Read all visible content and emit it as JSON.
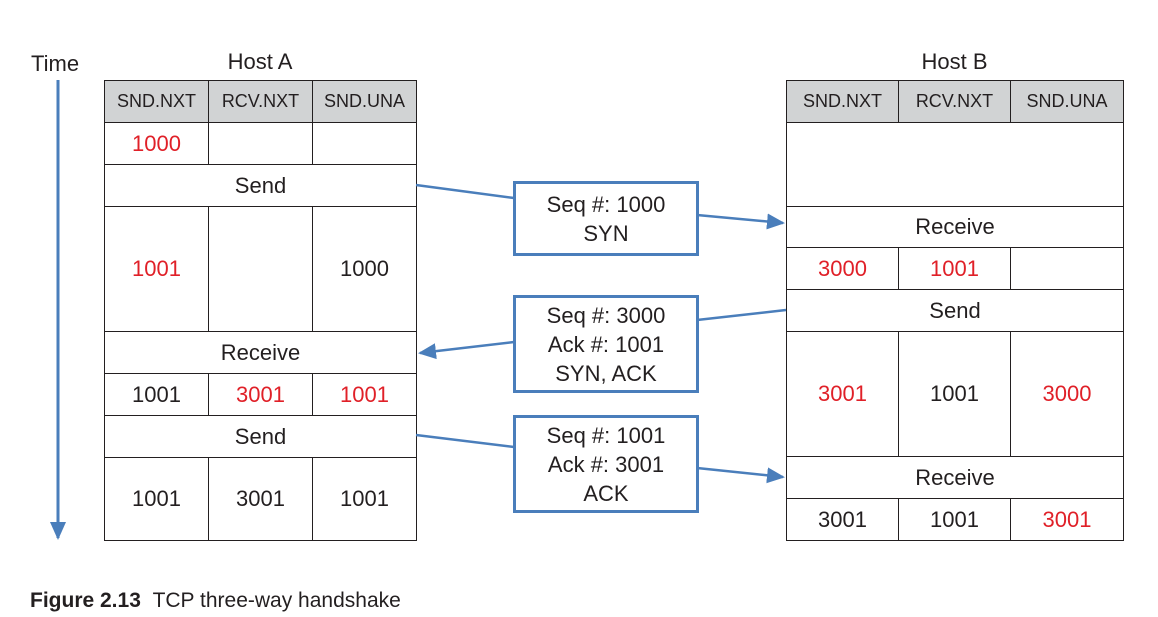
{
  "time_label": "Time",
  "host_a": {
    "title": "Host A",
    "headers": [
      "SND.NXT",
      "RCV.NXT",
      "SND.UNA"
    ],
    "row1": [
      "1000",
      "",
      ""
    ],
    "send1": "Send",
    "row2": [
      "1001",
      "",
      "1000"
    ],
    "receive": "Receive",
    "row3": [
      "1001",
      "3001",
      "1001"
    ],
    "send2": "Send",
    "row4": [
      "1001",
      "3001",
      "1001"
    ]
  },
  "host_b": {
    "title": "Host B",
    "headers": [
      "SND.NXT",
      "RCV.NXT",
      "SND.UNA"
    ],
    "receive1": "Receive",
    "row1": [
      "3000",
      "1001",
      ""
    ],
    "send": "Send",
    "row2": [
      "3001",
      "1001",
      "3000"
    ],
    "receive2": "Receive",
    "row3": [
      "3001",
      "1001",
      "3001"
    ]
  },
  "messages": {
    "syn": [
      "Seq #: 1000",
      "SYN"
    ],
    "synack": [
      "Seq #: 3000",
      "Ack #: 1001",
      "SYN, ACK"
    ],
    "ack": [
      "Seq #: 1001",
      "Ack #: 3001",
      "ACK"
    ]
  },
  "caption": {
    "label": "Figure 2.13",
    "text": "TCP three-way handshake"
  },
  "colors": {
    "accent_blue": "#4a7ebb",
    "changed_value_red": "#e02028",
    "header_gray": "#d1d3d4"
  }
}
